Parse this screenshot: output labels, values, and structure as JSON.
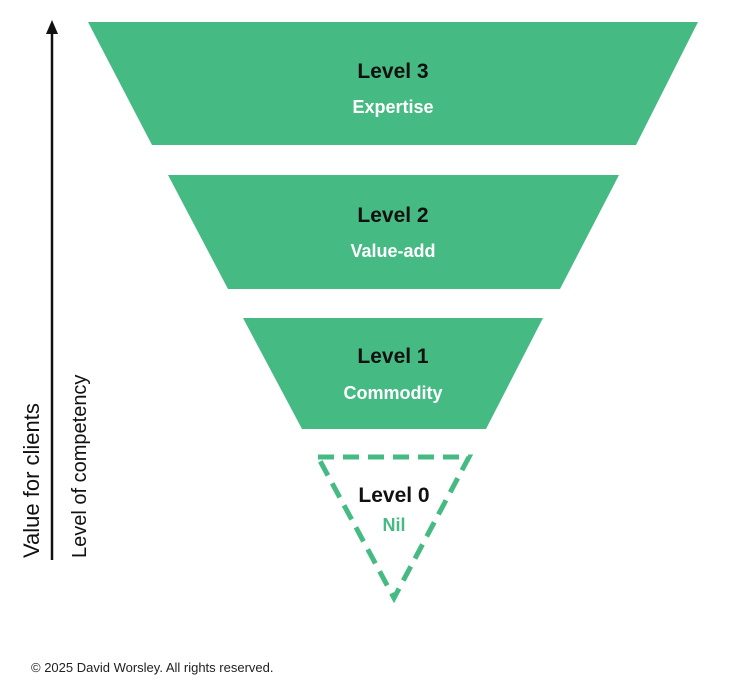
{
  "axis": {
    "outer_label": "Value for clients",
    "inner_label": "Level of competency"
  },
  "levels": [
    {
      "title": "Level 3",
      "subtitle": "Expertise"
    },
    {
      "title": "Level 2",
      "subtitle": "Value-add"
    },
    {
      "title": "Level 1",
      "subtitle": "Commodity"
    },
    {
      "title": "Level 0",
      "subtitle": "Nil"
    }
  ],
  "copyright": "© 2025 David Worsley. All rights reserved.",
  "colors": {
    "fill": "#45bb83",
    "text": "#111111",
    "subtitle": "#ffffff",
    "arrow": "#111111"
  }
}
